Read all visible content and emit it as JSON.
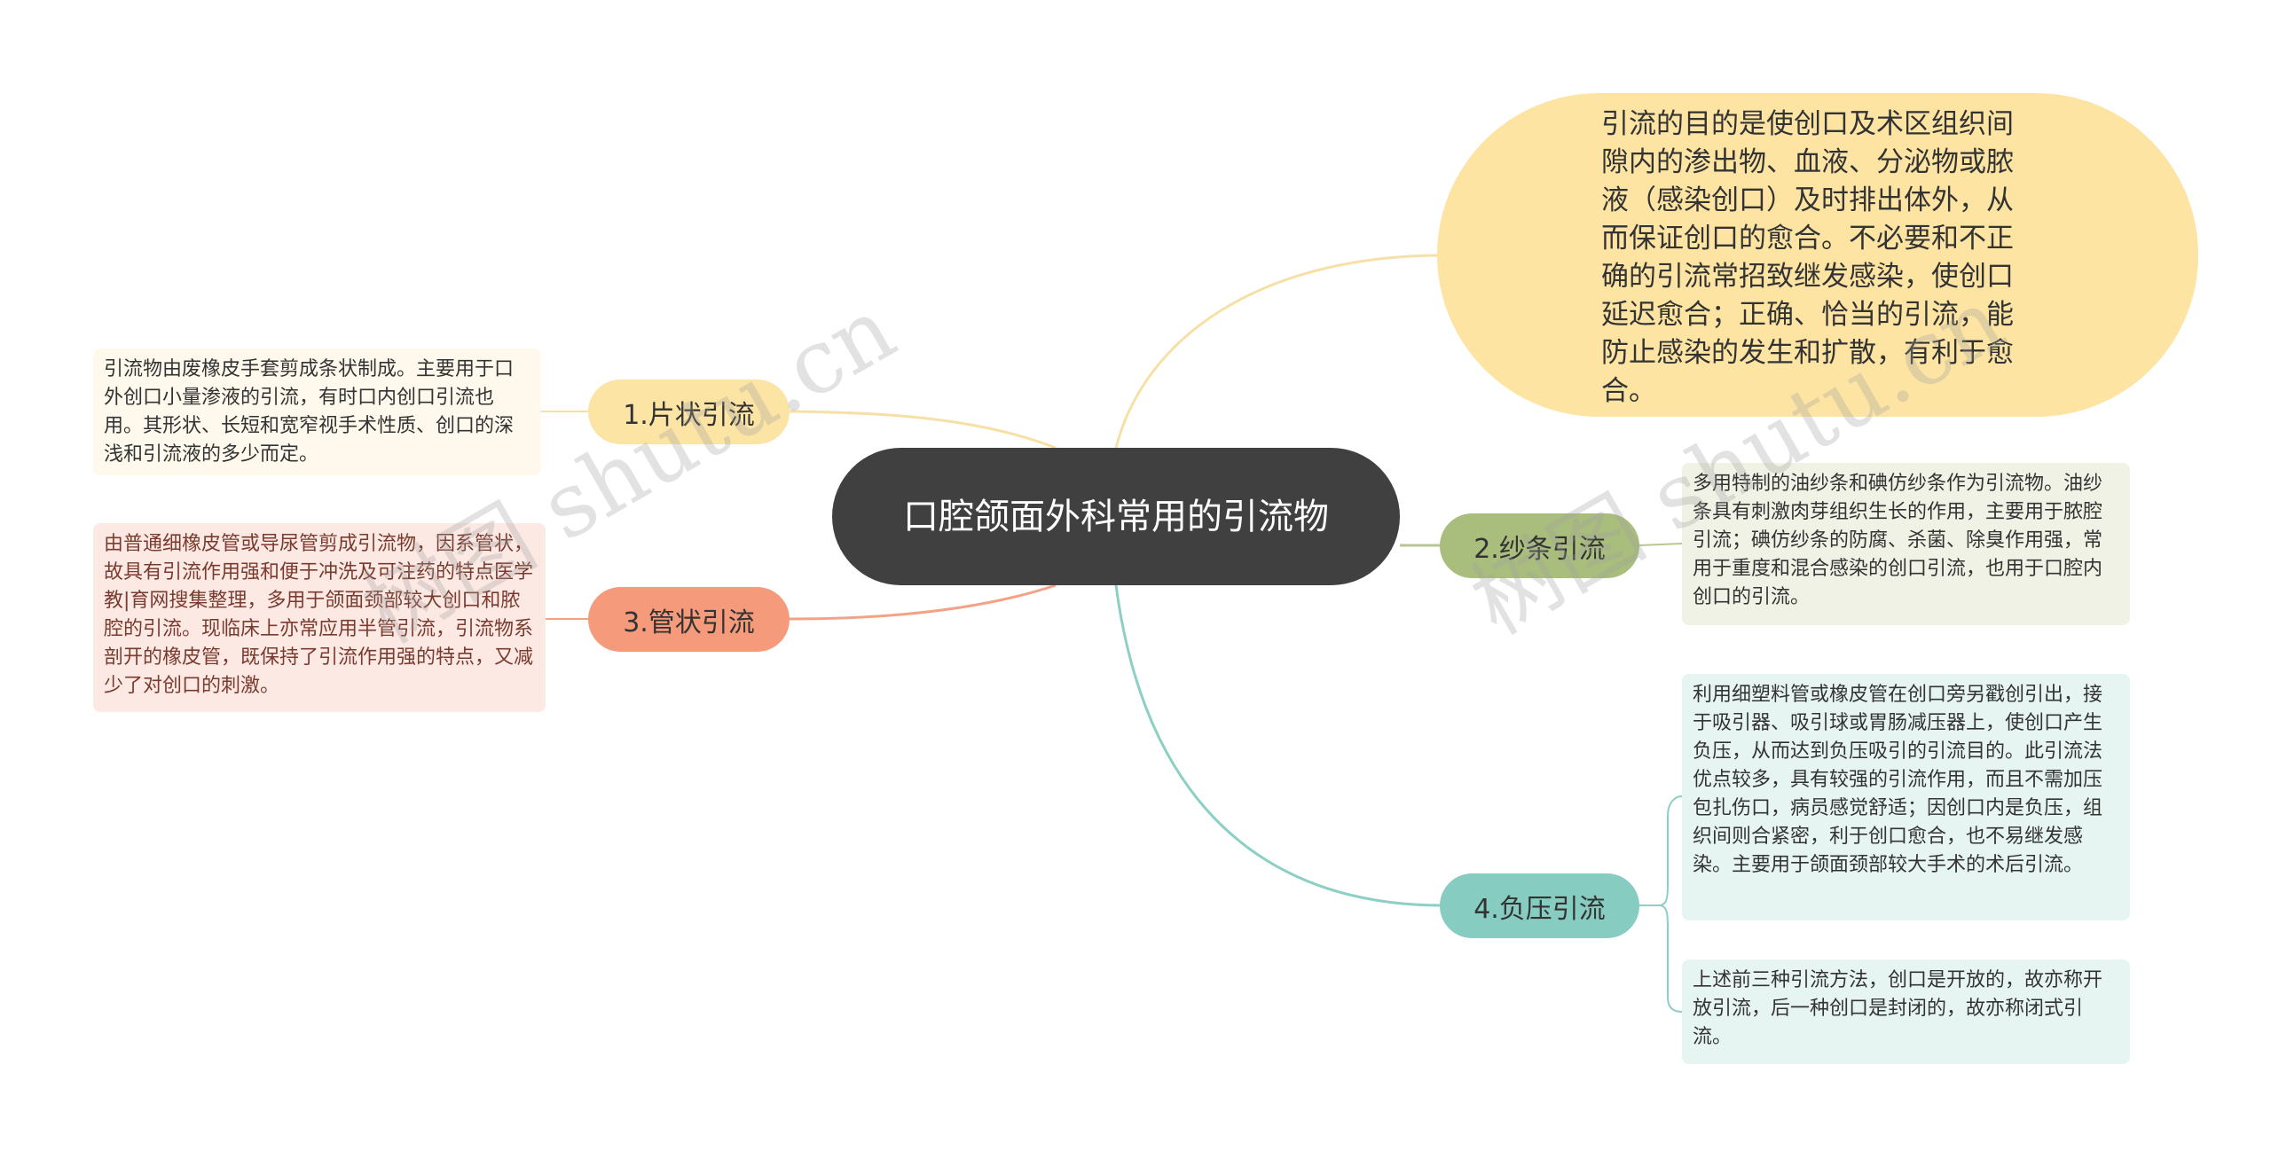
{
  "root": {
    "title": "口腔颌面外科常用的引流物"
  },
  "intro": {
    "text": "引流的目的是使创口及术区组织间隙内的渗出物、血液、分泌物或脓液（感染创口）及时排出体外，从而保证创口的愈合。不必要和不正确的引流常招致继发感染，使创口延迟愈合；正确、恰当的引流，能防止感染的发生和扩散，有利于愈合。"
  },
  "branches": [
    {
      "label": "1.片状引流",
      "desc": "引流物由废橡皮手套剪成条状制成。主要用于口外创口小量渗液的引流，有时口内创口引流也用。其形状、长短和宽窄视手术性质、创口的深浅和引流液的多少而定。"
    },
    {
      "label": "2.纱条引流",
      "desc": "多用特制的油纱条和碘仿纱条作为引流物。油纱条具有刺激肉芽组织生长的作用，主要用于脓腔引流；碘仿纱条的防腐、杀菌、除臭作用强，常用于重度和混合感染的创口引流，也用于口腔内创口的引流。"
    },
    {
      "label": "3.管状引流",
      "desc": "由普通细橡皮管或导尿管剪成引流物，因系管状，故具有引流作用强和便于冲洗及可注药的特点医学教|育网搜集整理，多用于颌面颈部较大创口和脓腔的引流。现临床上亦常应用半管引流，引流物系剖开的橡皮管，既保持了引流作用强的特点，又减少了对创口的刺激。"
    },
    {
      "label": "4.负压引流",
      "desc": "利用细塑料管或橡皮管在创口旁另戳创引出，接于吸引器、吸引球或胃肠减压器上，使创口产生负压，从而达到负压吸引的引流目的。此引流法优点较多，具有较强的引流作用，而且不需加压包扎伤口，病员感觉舒适；因创口内是负压，组织间则合紧密，利于创口愈合，也不易继发感染。主要用于颌面颈部较大手术的术后引流。",
      "desc2": "上述前三种引流方法，创口是开放的，故亦称开放引流，后一种创口是封闭的，故亦称闭式引流。"
    }
  ],
  "watermark": "树图 shutu.cn",
  "colors": {
    "root": "#404040",
    "branch1": "#fce4a4",
    "branch2": "#a9bd7d",
    "branch3": "#f59a7a",
    "branch4": "#86ccc0"
  }
}
